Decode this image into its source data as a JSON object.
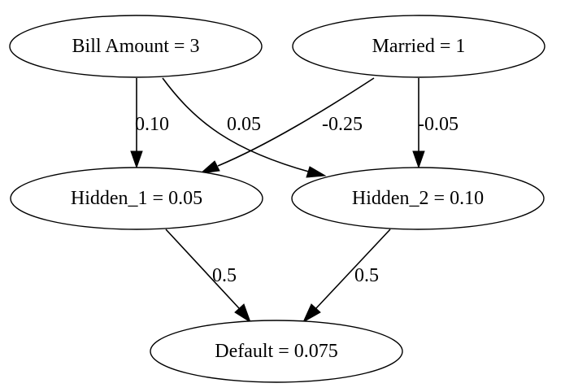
{
  "nodes": {
    "bill_amount": "Bill Amount = 3",
    "married": "Married = 1",
    "hidden_1": "Hidden_1 = 0.05",
    "hidden_2": "Hidden_2 = 0.10",
    "default": "Default = 0.075"
  },
  "edges": {
    "bill_to_hidden1": "0.10",
    "bill_to_hidden2": "0.05",
    "married_to_hidden1": "-0.25",
    "married_to_hidden2": "-0.05",
    "hidden1_to_default": "0.5",
    "hidden2_to_default": "0.5"
  }
}
